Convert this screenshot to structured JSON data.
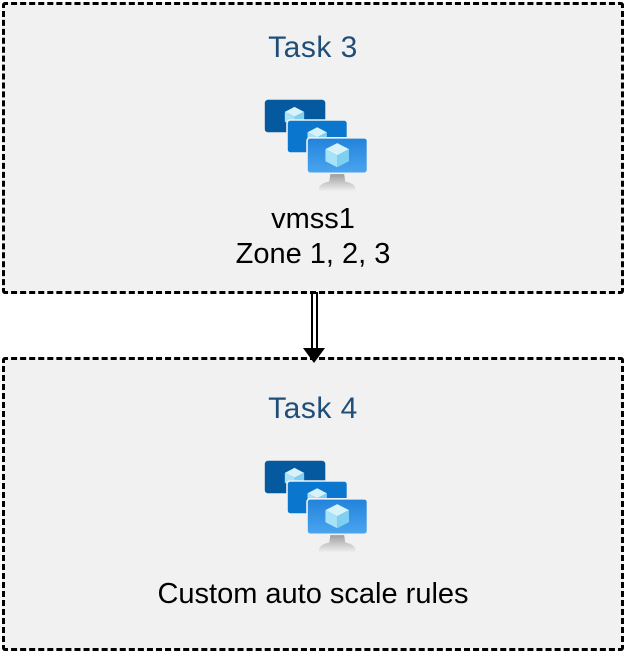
{
  "diagram": {
    "boxes": [
      {
        "title": "Task 3",
        "icon": "vm-scale-set-icon",
        "lines": [
          "vmss1",
          "Zone 1, 2, 3"
        ]
      },
      {
        "title": "Task 4",
        "icon": "vm-scale-set-icon",
        "lines": [
          "Custom auto scale rules"
        ]
      }
    ],
    "connector": {
      "type": "double-line-arrow",
      "direction": "down",
      "from": "Task 3",
      "to": "Task 4"
    }
  },
  "colors": {
    "title_text": "#1F4E79",
    "body_text": "#000000",
    "box_background": "#F1F1F1",
    "box_border": "#000000",
    "page_background": "#FFFFFF",
    "monitor_back": "#05599E",
    "monitor_middle": "#0A76CE",
    "monitor_front_top": "#2182DB",
    "monitor_front_bottom": "#4BA5EF",
    "cube_top": "#D8F2FB",
    "cube_left": "#A6E3F8",
    "cube_right": "#7FD0F0",
    "stand_top": "#8E8E8E",
    "stand_bottom": "#EFEFEF"
  }
}
